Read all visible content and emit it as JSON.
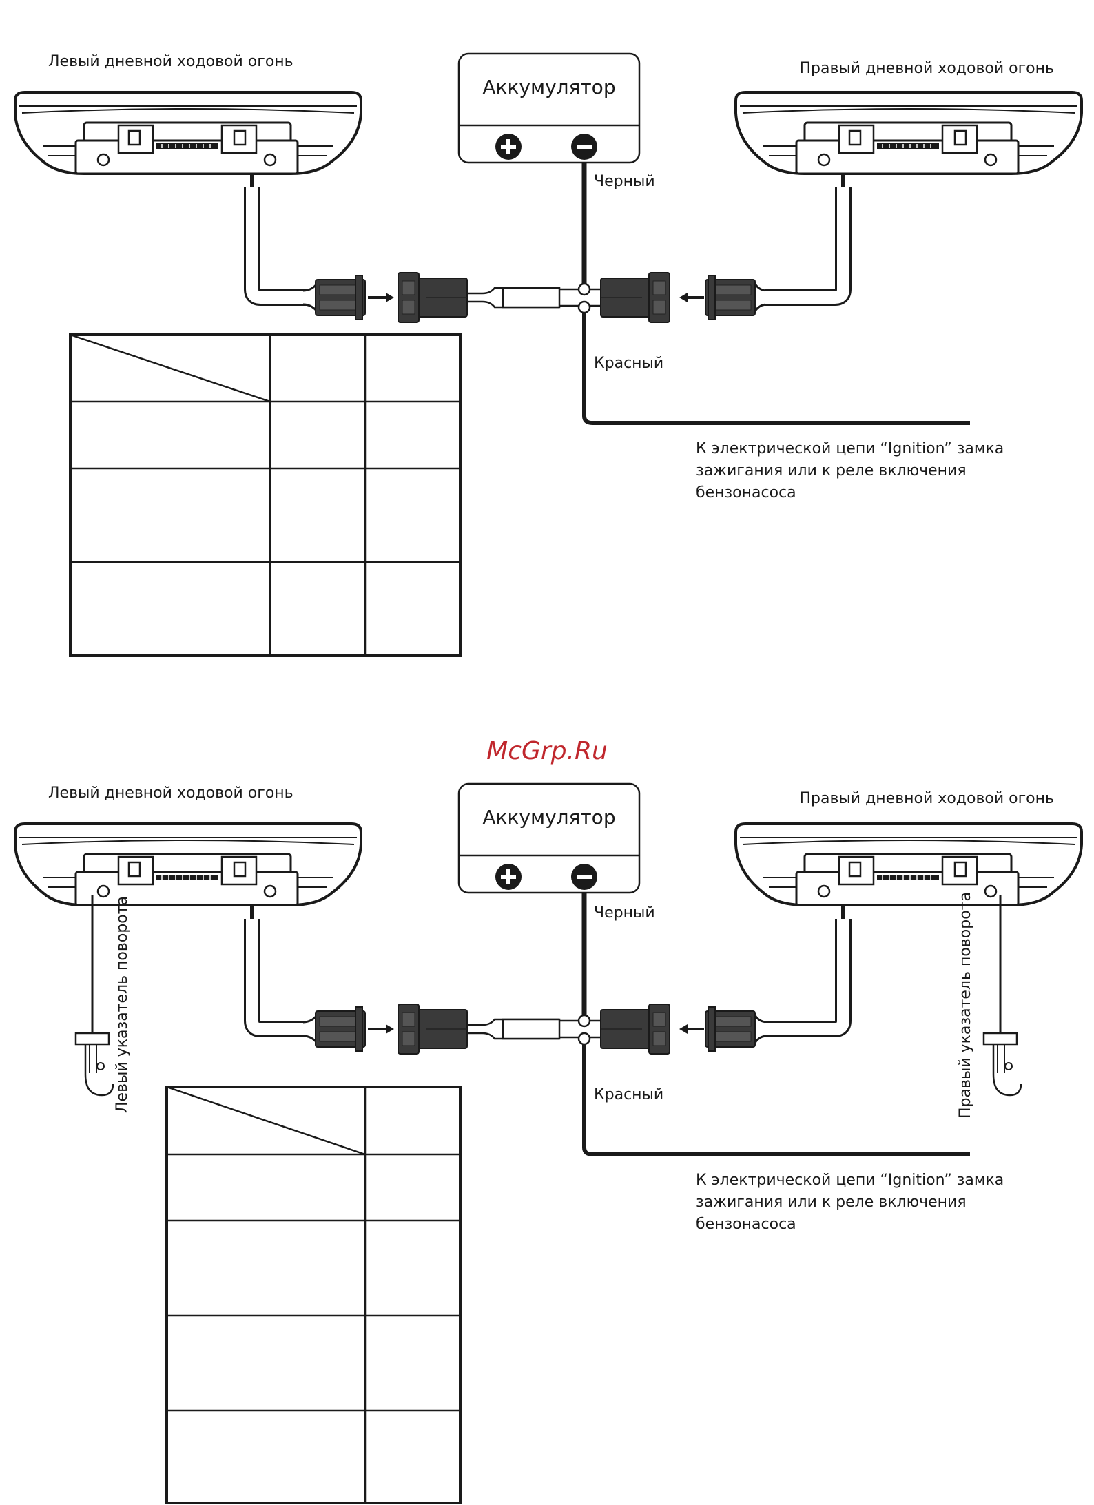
{
  "watermark": "McGrp.Ru",
  "diagrams": [
    {
      "id": "top",
      "left_light": "Левый дневной ходовой огонь",
      "right_light": "Правый дневной ходовой огонь",
      "battery": "Аккумулятор",
      "black_wire": "Черный",
      "red_wire": "Красный",
      "ignition_note": [
        "К электрической цепи “Ignition” замка",
        "зажигания или к реле включения",
        "бензонасоса"
      ]
    },
    {
      "id": "bottom",
      "left_light": "Левый дневной ходовой огонь",
      "right_light": "Правый дневной ходовой огонь",
      "battery": "Аккумулятор",
      "black_wire": "Черный",
      "red_wire": "Красный",
      "left_turn": "Левый указатель поворота",
      "right_turn": "Правый указатель поворота",
      "ignition_note": [
        "К электрической цепи “Ignition” замка",
        "зажигания или к реле включения",
        "бензонасоса"
      ]
    }
  ],
  "colors": {
    "wire_black": "#1a1a1a",
    "wire_red": "#555555",
    "watermark": "#c0272d",
    "connector": "#3a3a3a"
  }
}
